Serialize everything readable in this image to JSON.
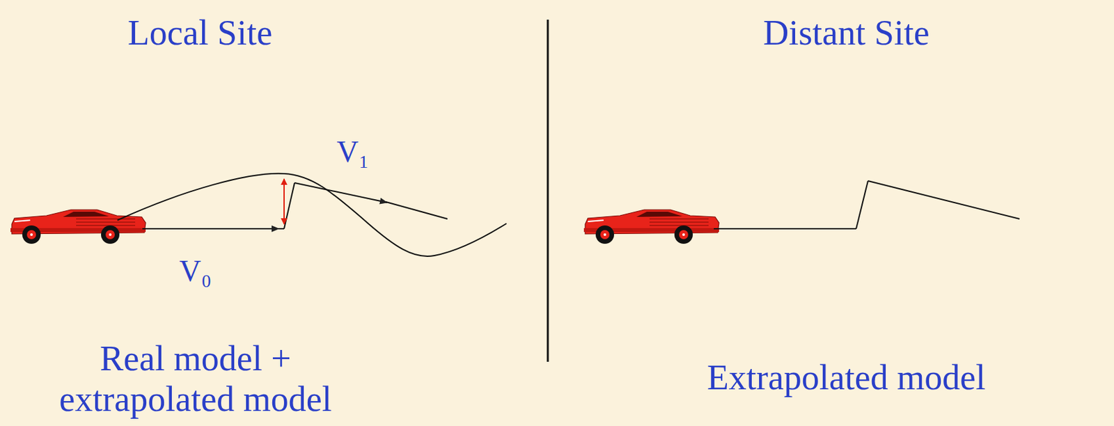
{
  "diagram": {
    "labels": [
      "Local Site",
      "Distant Site",
      "V₁",
      "V₀",
      "Real model + extrapolated model",
      "Extrapolated model"
    ]
  }
}
